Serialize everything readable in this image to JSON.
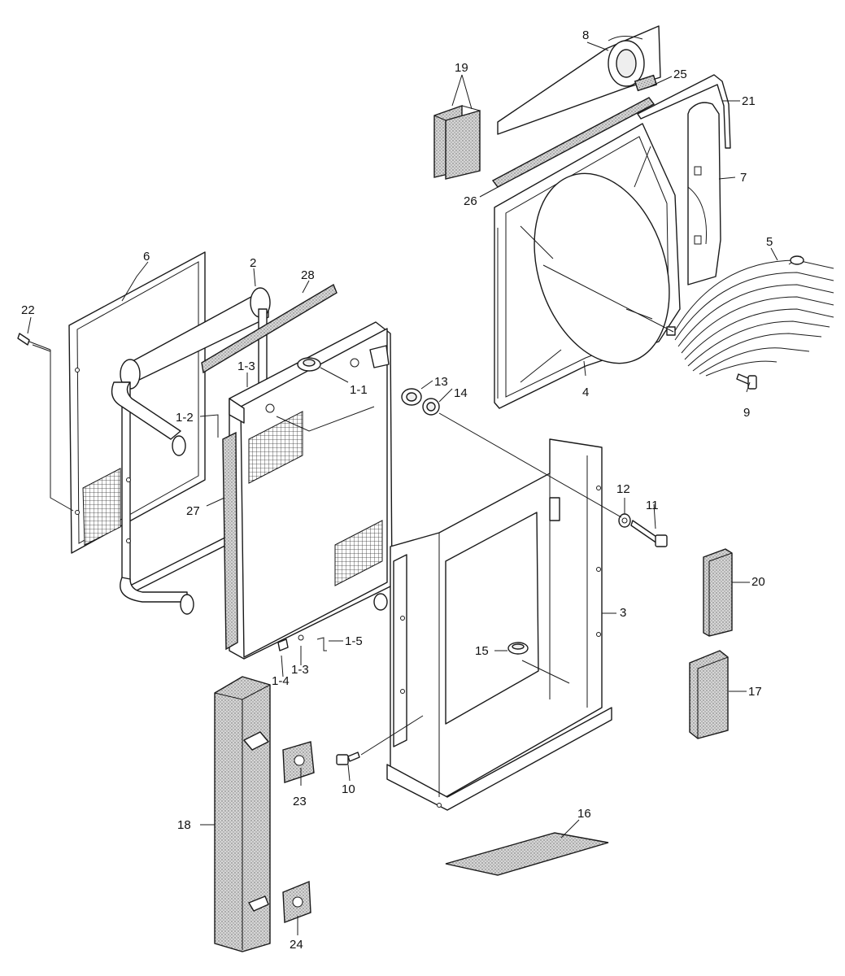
{
  "callouts": [
    {
      "id": "c8",
      "text": "8"
    },
    {
      "id": "c19",
      "text": "19"
    },
    {
      "id": "c25",
      "text": "25"
    },
    {
      "id": "c21",
      "text": "21"
    },
    {
      "id": "c7",
      "text": "7"
    },
    {
      "id": "c26",
      "text": "26"
    },
    {
      "id": "c5",
      "text": "5"
    },
    {
      "id": "c4",
      "text": "4"
    },
    {
      "id": "c9",
      "text": "9"
    },
    {
      "id": "c6",
      "text": "6"
    },
    {
      "id": "c2",
      "text": "2"
    },
    {
      "id": "c28",
      "text": "28"
    },
    {
      "id": "c22",
      "text": "22"
    },
    {
      "id": "c1-3a",
      "text": "1-3"
    },
    {
      "id": "c1-1",
      "text": "1-1"
    },
    {
      "id": "c13",
      "text": "13"
    },
    {
      "id": "c14",
      "text": "14"
    },
    {
      "id": "c1-2",
      "text": "1-2"
    },
    {
      "id": "c27",
      "text": "27"
    },
    {
      "id": "c12",
      "text": "12"
    },
    {
      "id": "c11",
      "text": "11"
    },
    {
      "id": "c20",
      "text": "20"
    },
    {
      "id": "c3",
      "text": "3"
    },
    {
      "id": "c1-5",
      "text": "1-5"
    },
    {
      "id": "c15",
      "text": "15"
    },
    {
      "id": "c1-3b",
      "text": "1-3"
    },
    {
      "id": "c1-4",
      "text": "1-4"
    },
    {
      "id": "c17",
      "text": "17"
    },
    {
      "id": "c23",
      "text": "23"
    },
    {
      "id": "c10",
      "text": "10"
    },
    {
      "id": "c18",
      "text": "18"
    },
    {
      "id": "c16",
      "text": "16"
    },
    {
      "id": "c24",
      "text": "24"
    }
  ]
}
